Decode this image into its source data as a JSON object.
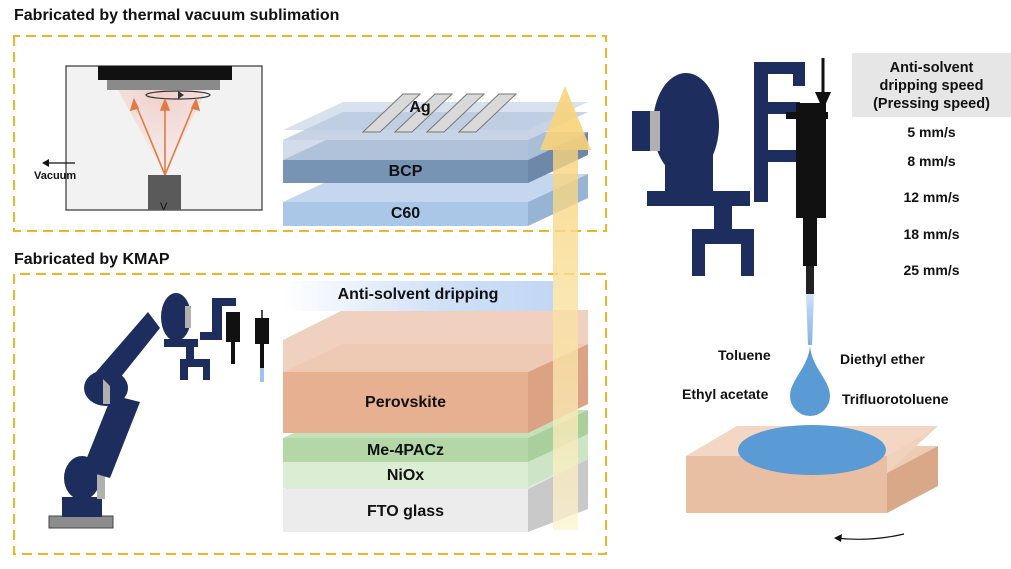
{
  "sections": {
    "top_title": "Fabricated by thermal vacuum sublimation",
    "bottom_title": "Fabricated by KMAP"
  },
  "evaporator": {
    "vacuum_label": "Vacuum",
    "source_label": "V"
  },
  "layers": {
    "ag": "Ag",
    "bcp": "BCP",
    "c60": "C60",
    "antisolvent": "Anti-solvent dripping",
    "perovskite": "Perovskite",
    "me4pacz": "Me-4PACz",
    "niox": "NiOx",
    "fto": "FTO glass"
  },
  "speed_table": {
    "header": [
      "Anti-solvent",
      "dripping speed",
      "(Pressing speed)"
    ],
    "speeds": [
      "5 mm/s",
      "8 mm/s",
      "12 mm/s",
      "18 mm/s",
      "25 mm/s"
    ]
  },
  "solvents": {
    "toluene": "Toluene",
    "diethyl_ether": "Diethyl ether",
    "ethyl_acetate": "Ethyl acetate",
    "trifluorotoluene": "Trifluorotoluene"
  },
  "colors": {
    "robot_navy": "#1c2d5e",
    "dashed_border": "#f0b429",
    "perovskite": "#e8b99a",
    "droplet": "#5b9bd5"
  }
}
